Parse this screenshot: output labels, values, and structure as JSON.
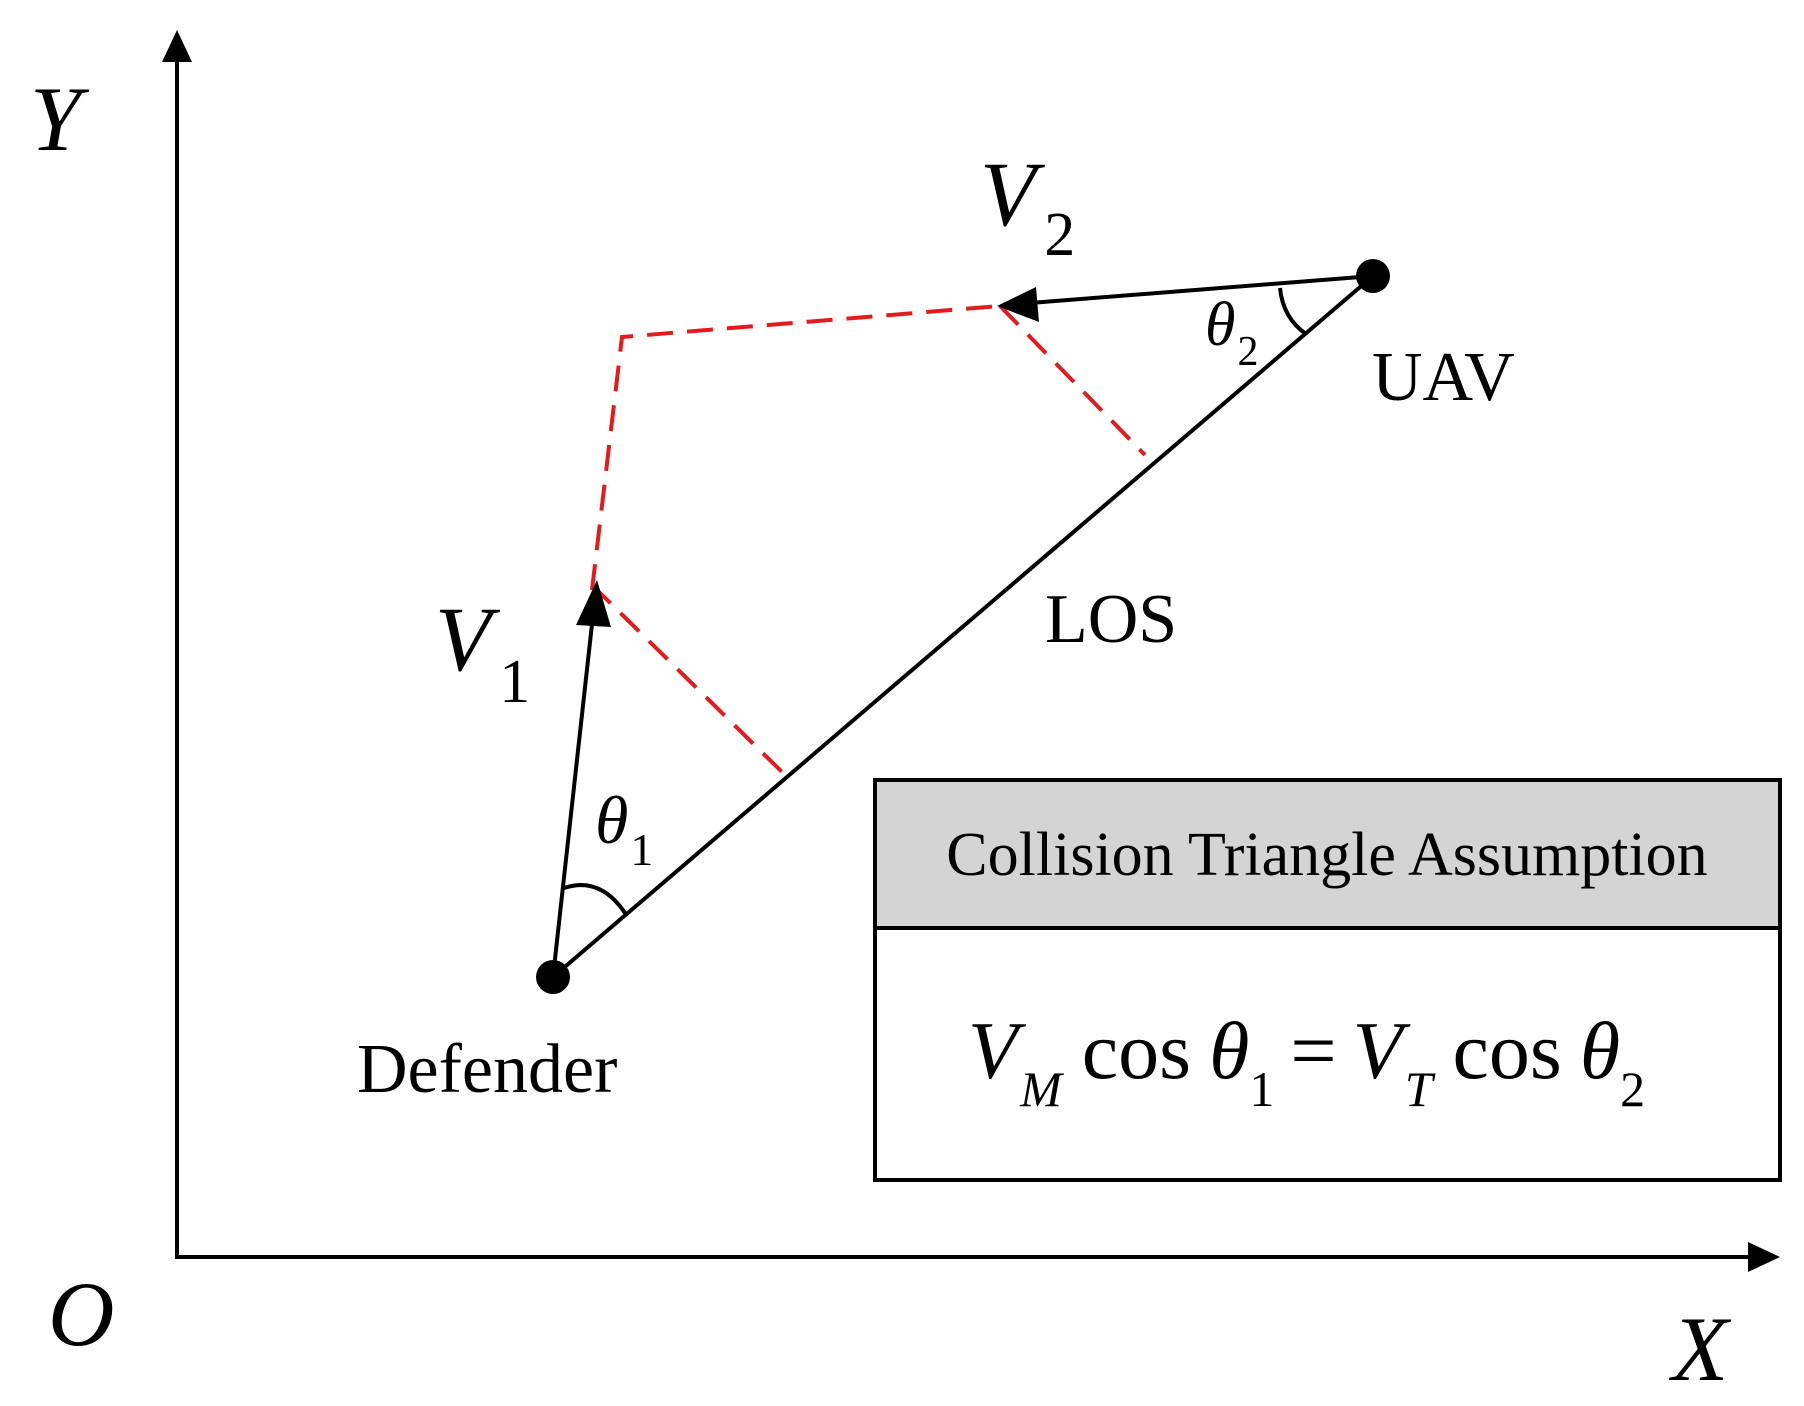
{
  "axes": {
    "x_label": "X",
    "y_label": "Y",
    "origin_label": "O"
  },
  "points": {
    "defender_label": "Defender",
    "uav_label": "UAV"
  },
  "line_of_sight_label": "LOS",
  "velocity": {
    "v1_symbol": "V",
    "v1_subscript": "1",
    "v2_symbol": "V",
    "v2_subscript": "2"
  },
  "angles": {
    "theta1_symbol": "θ",
    "theta1_subscript": "1",
    "theta2_symbol": "θ",
    "theta2_subscript": "2"
  },
  "assumption_box": {
    "title": "Collision Triangle Assumption",
    "equation": {
      "vm_symbol": "V",
      "vm_subscript": "M",
      "cos1": "cos",
      "theta1_symbol": "θ",
      "theta1_subscript": "1",
      "equals": "=",
      "vt_symbol": "V",
      "vt_subscript": "T",
      "cos2": "cos",
      "theta2_symbol": "θ",
      "theta2_subscript": "2"
    }
  },
  "colors": {
    "construction_lines": "#e41a1c",
    "header_fill": "#d4d4d4"
  }
}
